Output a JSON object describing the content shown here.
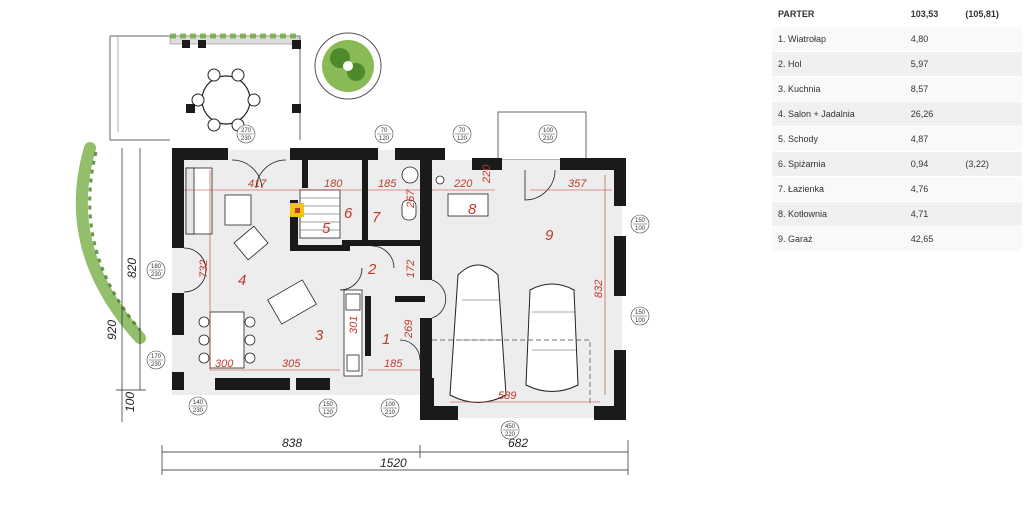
{
  "plan": {
    "rooms": [
      {
        "num": "1"
      },
      {
        "num": "2"
      },
      {
        "num": "3"
      },
      {
        "num": "4"
      },
      {
        "num": "5"
      },
      {
        "num": "6"
      },
      {
        "num": "7"
      },
      {
        "num": "8"
      },
      {
        "num": "9"
      }
    ],
    "dims": {
      "d417": "417",
      "d180": "180",
      "d185a": "185",
      "d220a": "220",
      "d220b": "220",
      "d357": "357",
      "d267": "267",
      "d732": "732",
      "d172": "172",
      "d832": "832",
      "d301": "301",
      "d269": "269",
      "d300": "300",
      "d305": "305",
      "d185b": "185",
      "d589": "589"
    },
    "outer_dims": {
      "d838": "838",
      "d682": "682",
      "d1520": "1520",
      "d820": "820",
      "d920": "920",
      "d100": "100"
    },
    "opening_tags": [
      {
        "w": "270",
        "h": "230"
      },
      {
        "w": "70",
        "h": "120"
      },
      {
        "w": "70",
        "h": "120"
      },
      {
        "w": "100",
        "h": "210"
      },
      {
        "w": "150",
        "h": "100"
      },
      {
        "w": "150",
        "h": "100"
      },
      {
        "w": "180",
        "h": "230"
      },
      {
        "w": "170",
        "h": "230"
      },
      {
        "w": "140",
        "h": "230"
      },
      {
        "w": "150",
        "h": "120"
      },
      {
        "w": "100",
        "h": "210"
      },
      {
        "w": "450",
        "h": "220"
      }
    ],
    "colors": {
      "wall": "#1a1a1a",
      "floor": "#ededed",
      "dimension": "#c0392b",
      "vegetation": "#6fa83a"
    }
  },
  "table": {
    "header": {
      "name": "PARTER",
      "area": "103,53",
      "extra": "(105,81)"
    },
    "rows": [
      {
        "name": "1. Wiatrołap",
        "area": "4,80",
        "extra": ""
      },
      {
        "name": "2. Hol",
        "area": "5,97",
        "extra": ""
      },
      {
        "name": "3. Kuchnia",
        "area": "8,57",
        "extra": ""
      },
      {
        "name": "4. Salon + Jadalnia",
        "area": "26,26",
        "extra": ""
      },
      {
        "name": "5. Schody",
        "area": "4,87",
        "extra": ""
      },
      {
        "name": "6. Spiżarnia",
        "area": "0,94",
        "extra": "(3,22)"
      },
      {
        "name": "7. Łazienka",
        "area": "4,76",
        "extra": ""
      },
      {
        "name": "8. Kotłownia",
        "area": "4,71",
        "extra": ""
      },
      {
        "name": "9. Garaż",
        "area": "42,65",
        "extra": ""
      }
    ]
  }
}
